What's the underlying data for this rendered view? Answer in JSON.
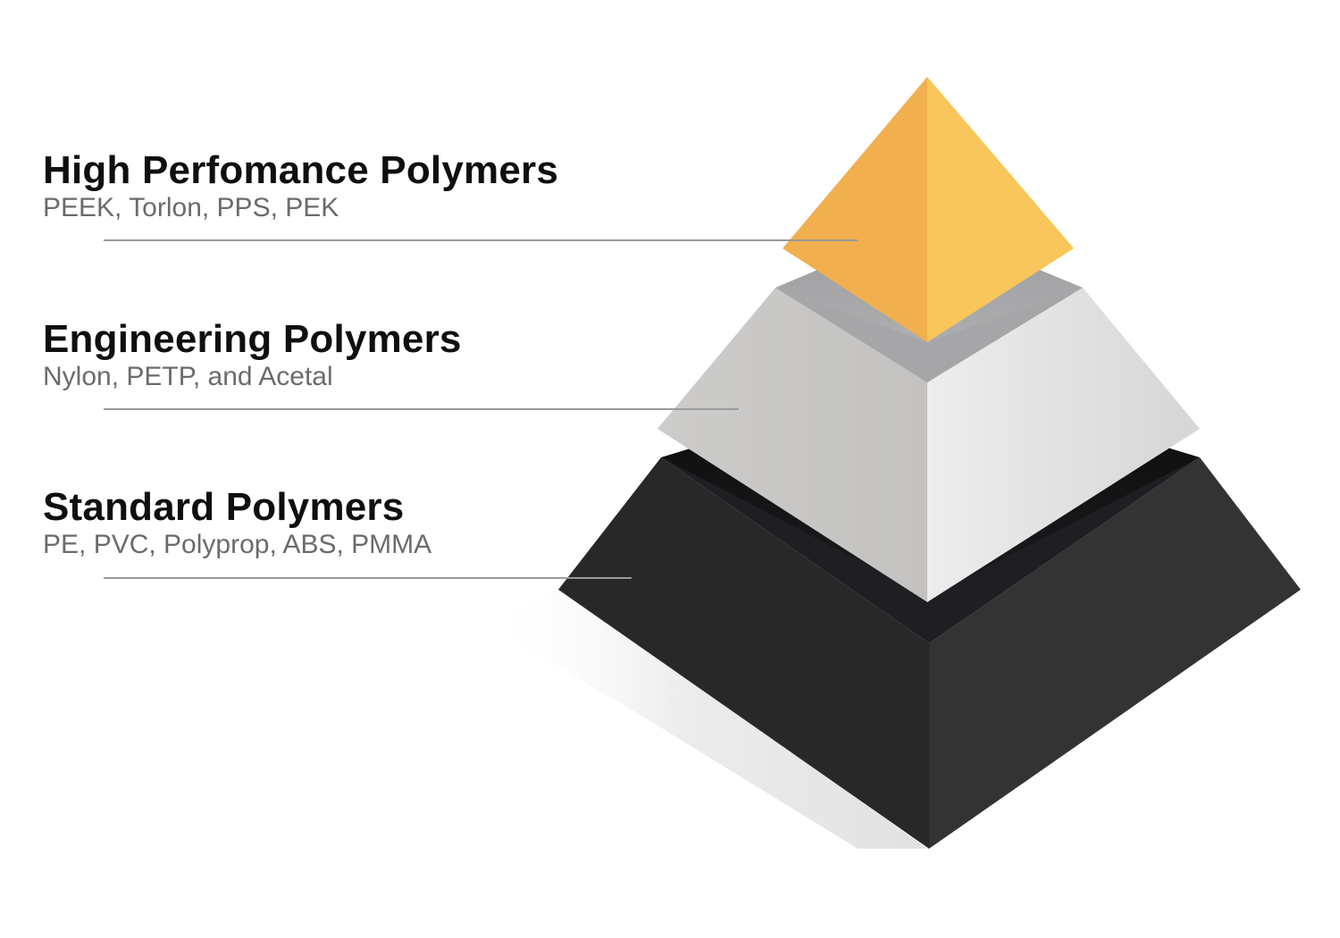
{
  "tiers": [
    {
      "title": "High Perfomance Polymers",
      "items": "PEEK, Torlon, PPS, PEK",
      "color": "#F3B24C"
    },
    {
      "title": "Engineering Polymers",
      "items": "Nylon, PETP, and Acetal",
      "color": "#C9C8C6"
    },
    {
      "title": "Standard Polymers",
      "items": "PE, PVC, Polyprop, ABS, PMMA",
      "color": "#2A2A2A"
    }
  ],
  "colors": {
    "leader_line": "#9A9A9A",
    "top_left_face": "#F1B04D",
    "top_right_face": "#F8C65A",
    "middle_left_face": "#C8C7C5",
    "middle_right_face": "#E6E6E8",
    "base_left_face": "#282828",
    "base_right_face": "#333333"
  }
}
